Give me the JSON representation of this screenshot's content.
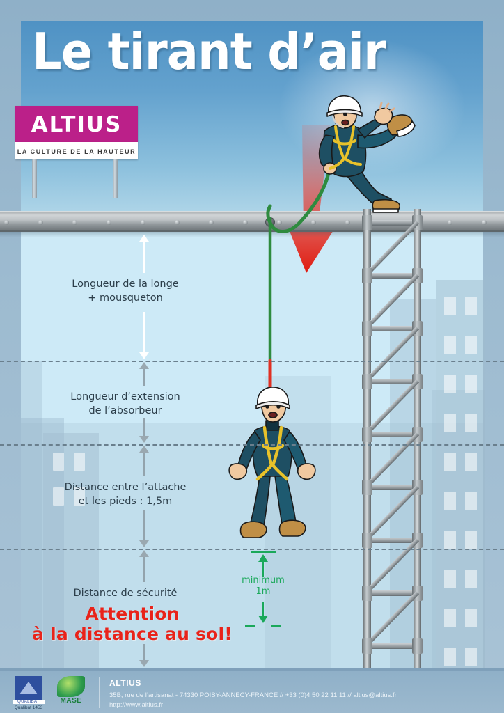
{
  "title": "Le tirant d’air",
  "brand": {
    "sign_name": "ALTIUS",
    "sign_tagline": "LA CULTURE DE LA HAUTEUR",
    "accent_color": "#bb2089"
  },
  "measurements": [
    {
      "id": "lanyard",
      "line1": "Longueur de la longe",
      "line2": "+ mousqueton"
    },
    {
      "id": "absorber",
      "line1": "Longueur d’extension",
      "line2": "de l’absorbeur"
    },
    {
      "id": "attach-to-feet",
      "line1": "Distance entre l’attache",
      "line2": "et les pieds : 1,5m"
    },
    {
      "id": "safety",
      "line1": "Distance de sécurité",
      "line2": ""
    }
  ],
  "warning": {
    "line1": "Attention",
    "line2": "à la distance au sol!",
    "color": "#e8231a"
  },
  "minimum_clearance": {
    "label_line1": "minimum",
    "label_line2": "1m",
    "color": "#1aa85a"
  },
  "footer": {
    "qualibat_mark": "QUALIBAT",
    "qualibat_caption": "Qualibat 1453",
    "mase_label": "MASE",
    "company": "ALTIUS",
    "address_line": "35B, rue de l’artisanat - 74330 POISY-ANNECY-FRANCE  //  +33 (0)4 50 22 11 11  //  altius@altius.fr",
    "website": "http://www.altius.fr"
  },
  "illustration": {
    "falling_worker": "falling-worker-figure",
    "hanging_worker": "hanging-worker-figure",
    "fall_arrow": "red-fall-arrow",
    "lanyard_rope": "green-lanyard-rope",
    "absorber_rope": "red-absorber-rope",
    "beam": "steel-beam",
    "anchor": "anchor-point",
    "scaffold": "scaffold-tower"
  }
}
